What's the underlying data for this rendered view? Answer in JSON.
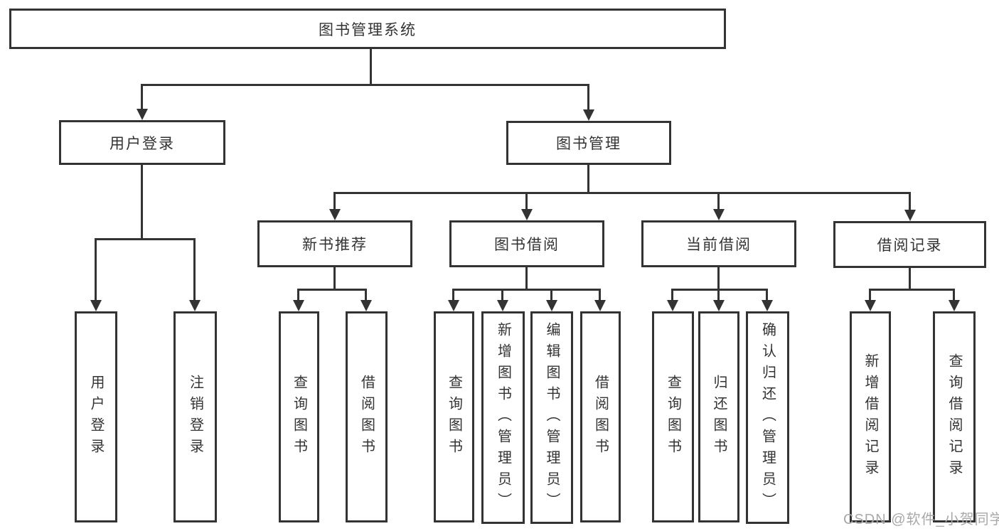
{
  "watermark": "CSDN @软件_小贺同学",
  "colors": {
    "line": "#333333",
    "text": "#333333",
    "box_background": "#ffffff",
    "watermark": "#a9a9a9"
  },
  "tree": {
    "root": {
      "label": "图书管理系统"
    },
    "branches": [
      {
        "label": "用户登录",
        "children": [
          {
            "label": "用户登录"
          },
          {
            "label": "注销登录"
          }
        ]
      },
      {
        "label": "图书管理",
        "children": [
          {
            "label": "新书推荐",
            "children": [
              {
                "label": "查询图书"
              },
              {
                "label": "借阅图书"
              }
            ]
          },
          {
            "label": "图书借阅",
            "children": [
              {
                "label": "查询图书"
              },
              {
                "label": "新增图书（管理员）"
              },
              {
                "label": "编辑图书（管理员）"
              },
              {
                "label": "借阅图书"
              }
            ]
          },
          {
            "label": "当前借阅",
            "children": [
              {
                "label": "查询图书"
              },
              {
                "label": "归还图书"
              },
              {
                "label": "确认归还（管理员）"
              }
            ]
          },
          {
            "label": "借阅记录",
            "children": [
              {
                "label": "新增借阅记录"
              },
              {
                "label": "查询借阅记录"
              }
            ]
          }
        ]
      }
    ]
  }
}
